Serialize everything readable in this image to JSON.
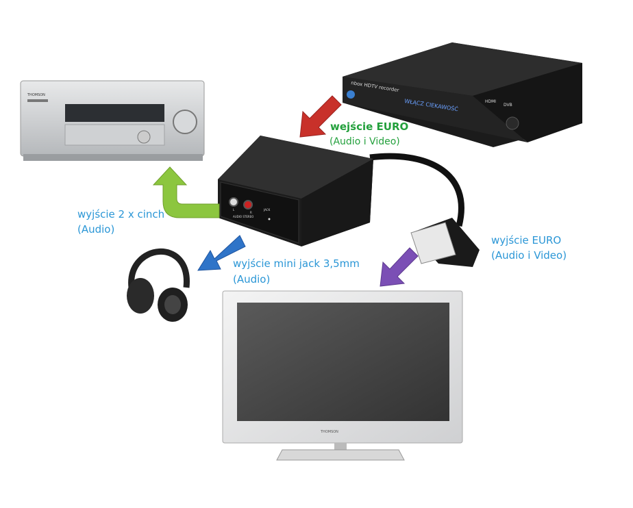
{
  "labels": {
    "euro_input_title": "wejście EURO",
    "euro_input_sub": "(Audio i Video)",
    "cinch_output_title": "wyjście 2 x cinch",
    "cinch_output_sub": "(Audio)",
    "minijack_output_title": "wyjście mini jack 3,5mm",
    "minijack_output_sub": "(Audio)",
    "euro_output_title": "wyjście EURO",
    "euro_output_sub": "(Audio i Video)"
  },
  "devices": {
    "set_top_box": {
      "model": "nbox HDTV recorder",
      "display": "WŁĄCZ CIEKAWOŚĆ",
      "badges": [
        "HDMI",
        "DVB"
      ]
    },
    "receiver": {
      "brand": "THOMSON"
    },
    "adapter": {
      "left": "L",
      "right": "R",
      "audio": "AUDIO STEREO",
      "jack": "JACK"
    },
    "tv": {
      "brand": "THOMSON"
    }
  },
  "colors": {
    "red_arrow": "#c8312a",
    "green_arrow": "#8cc63f",
    "blue_arrow": "#2f74c8",
    "purple_arrow": "#7b4fb5",
    "blue_text": "#2a96d6",
    "green_text": "#23a03c"
  }
}
